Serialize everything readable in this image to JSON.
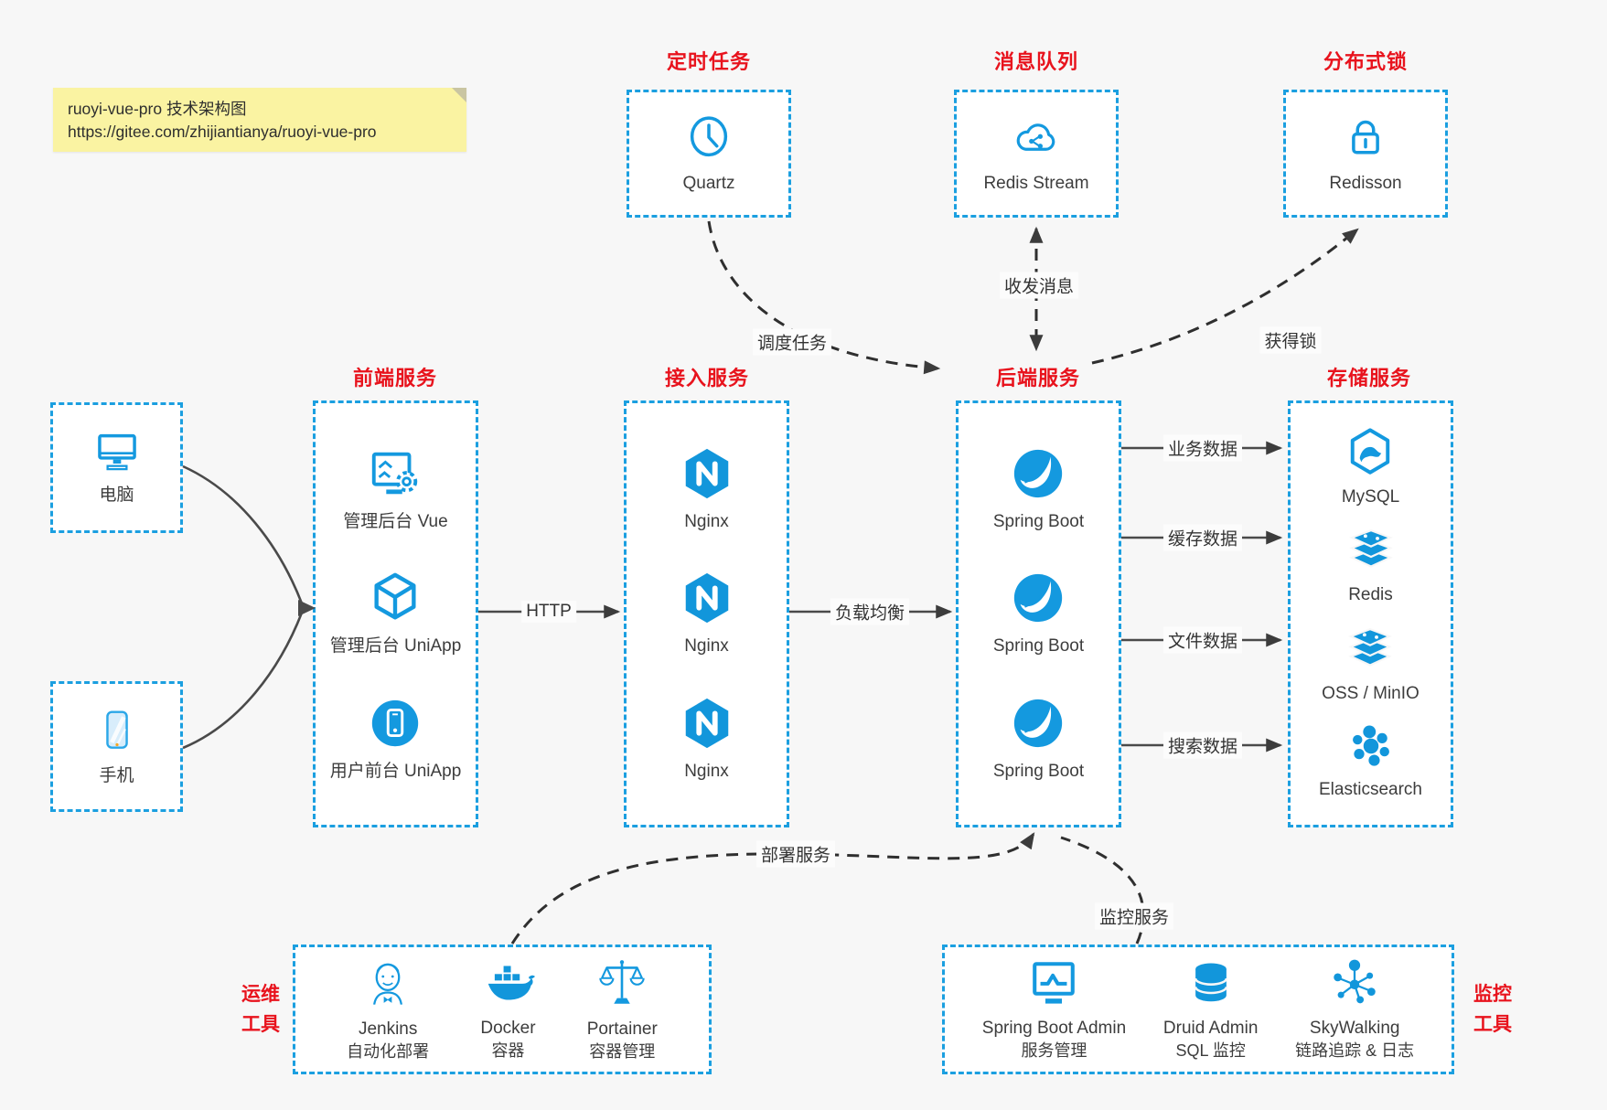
{
  "note": {
    "line1": "ruoyi-vue-pro 技术架构图",
    "line2": "https://gitee.com/zhijiantianya/ruoyi-vue-pro"
  },
  "colors": {
    "accent": "#1499DF",
    "icon_fill": "#1296DB",
    "title_red": "#E8131D",
    "background": "#F7F7F7",
    "box_background": "#FFFFFF",
    "arrow": "#4A4A4A"
  },
  "sections": {
    "scheduled_job": {
      "title": "定时任务",
      "item": {
        "icon": "clock-icon",
        "label": "Quartz"
      }
    },
    "message_queue": {
      "title": "消息队列",
      "item": {
        "icon": "cloud-share-icon",
        "label": "Redis Stream"
      }
    },
    "distributed_lock": {
      "title": "分布式锁",
      "item": {
        "icon": "lock-icon",
        "label": "Redisson"
      }
    },
    "clients": {
      "items": [
        {
          "icon": "desktop-icon",
          "label": "电脑"
        },
        {
          "icon": "smartphone-icon",
          "label": "手机"
        }
      ]
    },
    "frontend": {
      "title": "前端服务",
      "items": [
        {
          "icon": "admin-dashboard-icon",
          "label": "管理后台 Vue"
        },
        {
          "icon": "cube-icon",
          "label": "管理后台 UniApp"
        },
        {
          "icon": "mobile-app-icon",
          "label": "用户前台 UniApp"
        }
      ]
    },
    "gateway": {
      "title": "接入服务",
      "items": [
        {
          "icon": "nginx-icon",
          "label": "Nginx"
        },
        {
          "icon": "nginx-icon",
          "label": "Nginx"
        },
        {
          "icon": "nginx-icon",
          "label": "Nginx"
        }
      ]
    },
    "backend": {
      "title": "后端服务",
      "items": [
        {
          "icon": "spring-boot-icon",
          "label": "Spring Boot"
        },
        {
          "icon": "spring-boot-icon",
          "label": "Spring Boot"
        },
        {
          "icon": "spring-boot-icon",
          "label": "Spring Boot"
        }
      ]
    },
    "storage": {
      "title": "存储服务",
      "items": [
        {
          "icon": "mysql-icon",
          "label": "MySQL"
        },
        {
          "icon": "redis-icon",
          "label": "Redis"
        },
        {
          "icon": "object-storage-icon",
          "label": "OSS / MinIO"
        },
        {
          "icon": "elasticsearch-icon",
          "label": "Elasticsearch"
        }
      ]
    },
    "ops_tools": {
      "title_line1": "运维",
      "title_line2": "工具",
      "items": [
        {
          "icon": "jenkins-icon",
          "label": "Jenkins",
          "sub": "自动化部署"
        },
        {
          "icon": "docker-icon",
          "label": "Docker",
          "sub": "容器"
        },
        {
          "icon": "portainer-icon",
          "label": "Portainer",
          "sub": "容器管理"
        }
      ]
    },
    "monitor_tools": {
      "title_line1": "监控",
      "title_line2": "工具",
      "items": [
        {
          "icon": "admin-monitor-icon",
          "label": "Spring Boot Admin",
          "sub": "服务管理"
        },
        {
          "icon": "database-icon",
          "label": "Druid Admin",
          "sub": "SQL 监控"
        },
        {
          "icon": "skywalking-icon",
          "label": "SkyWalking",
          "sub": "链路追踪 & 日志"
        }
      ]
    }
  },
  "edges": {
    "http": "HTTP",
    "load_balance": "负载均衡",
    "business_data": "业务数据",
    "cache_data": "缓存数据",
    "file_data": "文件数据",
    "search_data": "搜索数据",
    "schedule_job": "调度任务",
    "send_receive_message": "收发消息",
    "acquire_lock": "获得锁",
    "deploy_service": "部署服务",
    "monitor_service": "监控服务"
  }
}
